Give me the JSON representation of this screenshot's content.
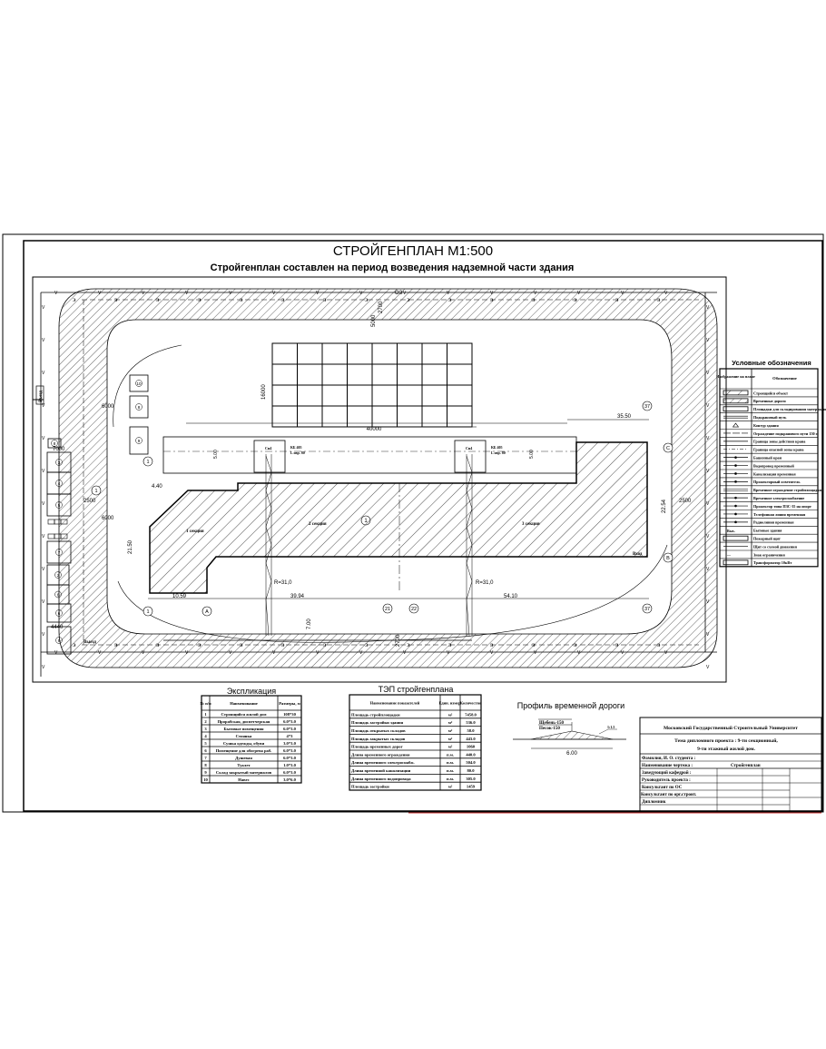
{
  "sheet": {
    "title": "СТРОЙГЕНПЛАН М1:500",
    "subtitle": "Стройгенплан составлен на период возведения надземной части здания"
  },
  "plan": {
    "dims": {
      "storage_width": "40000",
      "storage_height": "16000",
      "crane_offset": "35.50",
      "left_offset": "4.40",
      "left_height": "21.50",
      "right_height": "22.54",
      "seg1": "10.59",
      "seg2": "39.94",
      "seg3": "54.10",
      "road_gap": "7.00",
      "road_top": "5000",
      "left_gap": "6000",
      "left_gap2": "6000",
      "left_road": "2500",
      "right_road": "2500",
      "crane_span1": "5.00",
      "crane_span2": "5.00",
      "road_gap_top": "2700",
      "road_gap_bottom": "2700",
      "box_w1": "7000",
      "box_w2": "4440"
    },
    "axes": [
      "1",
      "1",
      "А",
      "21",
      "22",
      "37",
      "37",
      "С",
      "В",
      "1"
    ],
    "crane_radius_left": "R=31,0",
    "crane_radius_right": "R=31,0",
    "crane_left": "КБ 405",
    "crane_left_sub": "L овр. 80",
    "crane_right": "КБ 405",
    "crane_right_sub": "L овр. 80",
    "crane_label": "Сн4",
    "sections": [
      "1 секция",
      "2 секция",
      "3 секция"
    ],
    "building_no": "1",
    "entrance": "Вход",
    "gate_label": "Въезд",
    "exit_label": "Выезд",
    "zone_label": "ОЗ",
    "fence_marker": "V",
    "power_marker": "Э",
    "sites_top": [
      "10",
      "8",
      "9"
    ],
    "sites_left": [
      "8",
      "3",
      "4",
      "5",
      "7",
      "2",
      "6",
      "6",
      "9"
    ]
  },
  "explication": {
    "title": "Экспликация",
    "headers": [
      "№ п/п",
      "Наименование",
      "Размеры, м"
    ],
    "rows": [
      [
        "1",
        "Строящийся жилой дом",
        "108*30"
      ],
      [
        "2",
        "Прорабская, диспетчерская",
        "6.0*3.0"
      ],
      [
        "3",
        "Бытовые помещения",
        "6.0*3.0"
      ],
      [
        "4",
        "Стоянка",
        "4*3"
      ],
      [
        "5",
        "Сушка одежды, обуви",
        "3.0*3.0"
      ],
      [
        "6",
        "Помещение для обогрева раб.",
        "6.0*3.0"
      ],
      [
        "7",
        "Душевая",
        "6.0*3.0"
      ],
      [
        "8",
        "Туалет",
        "1.0*3.0"
      ],
      [
        "9",
        "Склад закрытый материалов",
        "6.0*3.0"
      ],
      [
        "10",
        "Навес",
        "3.0*6.0"
      ]
    ]
  },
  "tep": {
    "title": "ТЭП стройгенплана",
    "headers": [
      "Наименование показателей",
      "Един. измер.",
      "Количество"
    ],
    "rows": [
      [
        "Площадь стройплощадки",
        "м²",
        "7458.0"
      ],
      [
        "Площадь застройки здания",
        "м²",
        "536.0"
      ],
      [
        "Площадь открытых складов",
        "м²",
        "58.0"
      ],
      [
        "Площадь закрытых складов",
        "м²",
        "443.0"
      ],
      [
        "Площадь временных дорог",
        "м²",
        "1060"
      ],
      [
        "Длина временного ограждения",
        "п.м.",
        "440.0"
      ],
      [
        "Длина временного электроснабж.",
        "п.м.",
        "504.0"
      ],
      [
        "Длина временной канализации",
        "п.м.",
        "80.0"
      ],
      [
        "Длина временного водопровода",
        "п.м.",
        "305.0"
      ],
      [
        "Площадь застройки",
        "м²",
        "1459"
      ]
    ]
  },
  "road_profile": {
    "title": "Профиль временной дороги",
    "layer1": "Щебень-150",
    "layer2": "Песок-150",
    "slope": "1:1.5",
    "width": "6.00"
  },
  "legend": {
    "title": "Условные обозначения",
    "headers": [
      "Изображение на плане",
      "Обозначение"
    ],
    "items": [
      {
        "symbol": "hatch",
        "label": "Строящийся объект"
      },
      {
        "symbol": "hatch-dense",
        "label": "Временные дороги"
      },
      {
        "symbol": "grid",
        "label": "Площадки для складирования материалов"
      },
      {
        "symbol": "double-line",
        "label": "Подкрановый путь"
      },
      {
        "symbol": "triangle",
        "label": "Контур здания"
      },
      {
        "symbol": "dash-long",
        "label": "Ограждение подкранового пути 150 м"
      },
      {
        "symbol": "line",
        "label": "Граница зоны действия крана"
      },
      {
        "symbol": "dash-dot",
        "label": "Граница опасной зоны крана"
      },
      {
        "symbol": "crane",
        "label": "Башенный кран"
      },
      {
        "symbol": "water",
        "label": "Водопровод временный"
      },
      {
        "symbol": "sewer",
        "label": "Канализация временная"
      },
      {
        "symbol": "lamp",
        "label": "Прожекторный осветитель"
      },
      {
        "symbol": "double-line",
        "label": "Временное ограждение стройплощадки"
      },
      {
        "symbol": "fence",
        "label": "Временное электроснабжение"
      },
      {
        "symbol": "spot",
        "label": "Прожектор типа ПЗС-35 на опоре"
      },
      {
        "symbol": "phone",
        "label": "Телефонная линия временная"
      },
      {
        "symbol": "radio",
        "label": "Радиолиния временная"
      },
      {
        "symbol": "text",
        "label": "Бытовые здания"
      },
      {
        "symbol": "box",
        "label": "Пожарный щит"
      },
      {
        "symbol": "line",
        "label": "Щит со схемой движения"
      },
      {
        "symbol": "text",
        "label": "Знак ограничения"
      },
      {
        "symbol": "trans",
        "label": "Трансформатор 10кВт"
      }
    ],
    "symbol_text": [
      "Вых.",
      "—"
    ]
  },
  "title_block": {
    "university": "Московский Государственный Строительный Университет",
    "theme_line1": "Тема дипломного проекта : 9-ти секционный,",
    "theme_line2": "9-ти этажный жилой дом.",
    "student": "Фамилия, И. О. студента :",
    "drawing_name_label": "Наименование чертежа :",
    "drawing_name": "Стройгенплан",
    "head": "Заведующий кафедрой :",
    "supervisor": "Руководитель проекта :",
    "consultant_os": "Консультант по ОС",
    "consultant_tech": "Консультант по орг.строит.",
    "graduate": "Дипломник"
  },
  "colors": {
    "line": "#000000",
    "accent_line": "#cc3333"
  }
}
